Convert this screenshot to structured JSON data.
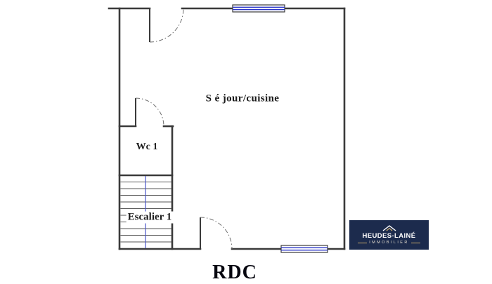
{
  "colors": {
    "wall": "#3a3a3a",
    "window": "#2a35c8",
    "stair_line": "#4a55c8",
    "logo_bg": "#1c2b4d",
    "logo_accent": "#c8a96a"
  },
  "plan": {
    "room_label": "S é jour/cuisine",
    "wc_label": "Wc 1",
    "stairs_label": "Escalier 1",
    "floor_label": "RDC"
  },
  "logo": {
    "name": "HEUDES-LAINÉ",
    "tagline": "IMMOBILIER"
  }
}
